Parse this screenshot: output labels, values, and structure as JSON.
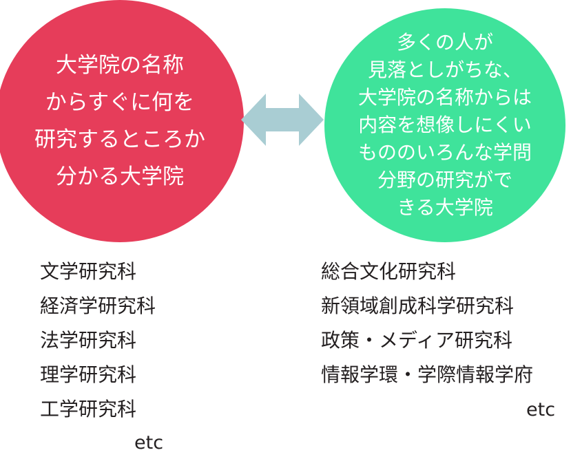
{
  "left": {
    "lines": [
      "大学院の名称",
      "からすぐに何を",
      "研究するところか",
      "分かる大学院"
    ],
    "color": "#e63d5a",
    "items": [
      "文学研究科",
      "経済学研究科",
      "法学研究科",
      "理学研究科",
      "工学研究科"
    ],
    "etc": "etc"
  },
  "right": {
    "lines": [
      "多くの人が",
      "見落としがちな、",
      "大学院の名称からは",
      "内容を想像しにくい",
      "もののいろんな学問",
      "分野の研究がで",
      "きる大学院"
    ],
    "color": "#3fe39b",
    "items": [
      "総合文化研究科",
      "新領域創成科学研究科",
      "政策・メディア研究科",
      "情報学環・学際情報学府"
    ],
    "etc": "etc"
  },
  "arrow": {
    "icon": "double-arrow-icon",
    "color": "#a9cdd3"
  }
}
